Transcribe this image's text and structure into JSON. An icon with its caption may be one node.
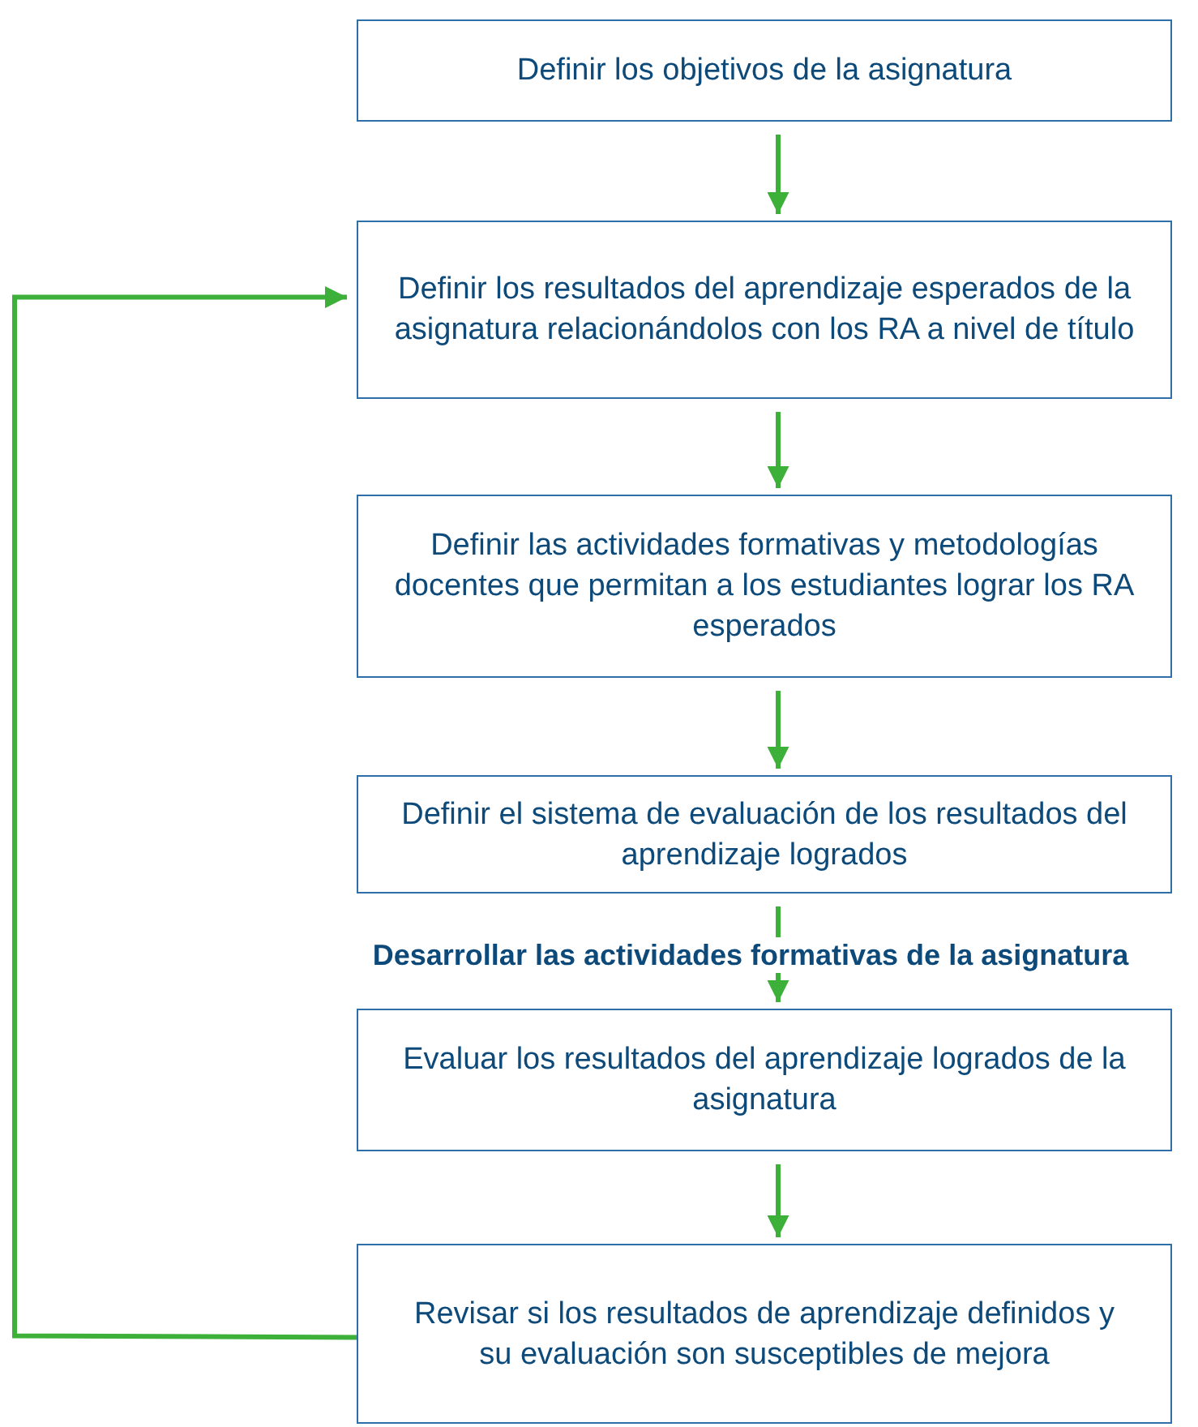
{
  "diagram": {
    "nodes": [
      {
        "text": [
          "Definir los objetivos de la asignatura"
        ]
      },
      {
        "text": [
          "Definir los resultados del aprendizaje esperados de la asignatura relacionándolos con los RA a nivel de título"
        ]
      },
      {
        "text": [
          "Definir las actividades formativas y metodologías docentes que permitan a los estudiantes lograr los RA esperados"
        ]
      },
      {
        "text": [
          "Definir el sistema de evaluación de los resultados del aprendizaje logrados"
        ]
      },
      {
        "text": [
          "Evaluar los resultados del aprendizaje logrados de la asignatura"
        ]
      },
      {
        "text": [
          "Revisar si los resultados de aprendizaje definidos y su evaluación son susceptibles de mejora"
        ]
      }
    ],
    "edges": [
      {
        "from": 0,
        "to": 1,
        "arrow": "to"
      },
      {
        "from": 1,
        "to": 2,
        "arrow": "to"
      },
      {
        "from": 2,
        "to": 3,
        "arrow": "to"
      },
      {
        "from": 3,
        "to": 4,
        "arrow": "to",
        "label": "Desarrollar las actividades formativas de la asignatura"
      },
      {
        "from": 4,
        "to": 5,
        "arrow": "to"
      },
      {
        "from": 5,
        "to": 1,
        "arrow": "to"
      }
    ]
  }
}
